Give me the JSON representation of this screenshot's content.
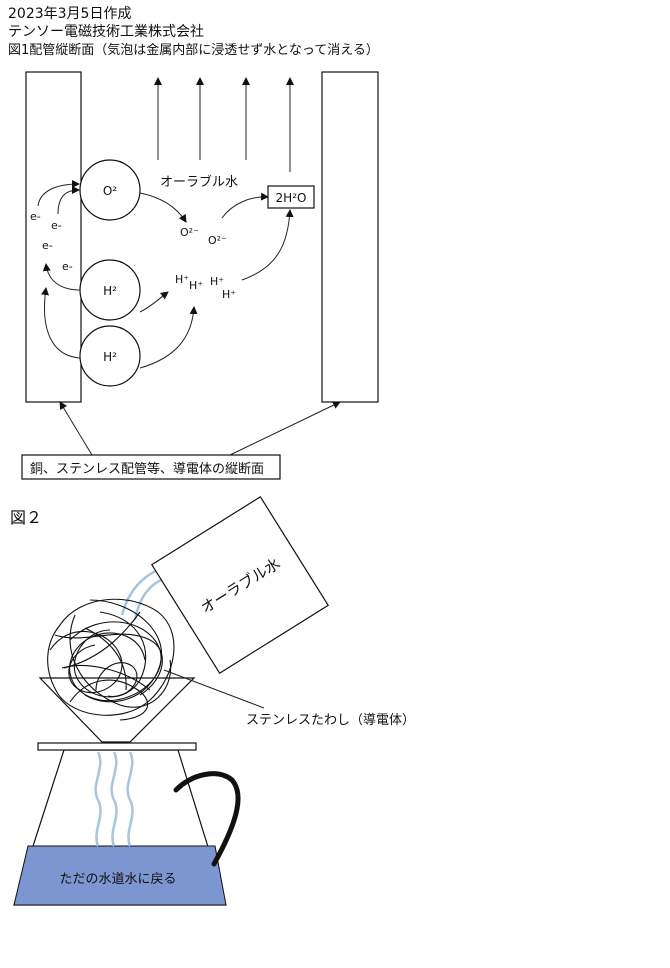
{
  "header": {
    "date": "2023年3月5日作成",
    "company": "テンソー電磁技術工業株式会社",
    "fig1_caption": "図1配管縦断面（気泡は金属内部に浸透せず水となって消える）"
  },
  "fig1": {
    "o2_bubble": "O²",
    "h2_bubble_1": "H²",
    "h2_bubble_2": "H²",
    "electrons": [
      "e-",
      "e-",
      "e-",
      "e-"
    ],
    "aurable_water": "オーラブル水",
    "oxide_ions": [
      "O²⁻",
      "O²⁻"
    ],
    "hydrogen_ions": [
      "H⁺",
      "H⁺",
      "H⁺",
      "H⁺"
    ],
    "water_box": "2H²O",
    "conductor_label": "銅、ステンレス配管等、導電体の縦断面"
  },
  "fig2": {
    "label": "図２",
    "aurable_box": "オーラブル水",
    "scrubber_label": "ステンレスたわし（導電体）",
    "pot_label": "ただの水道水に戻る",
    "colors": {
      "water_fill": "#7b96d0",
      "stream": "#a9c4dc",
      "outline": "#111111"
    }
  }
}
